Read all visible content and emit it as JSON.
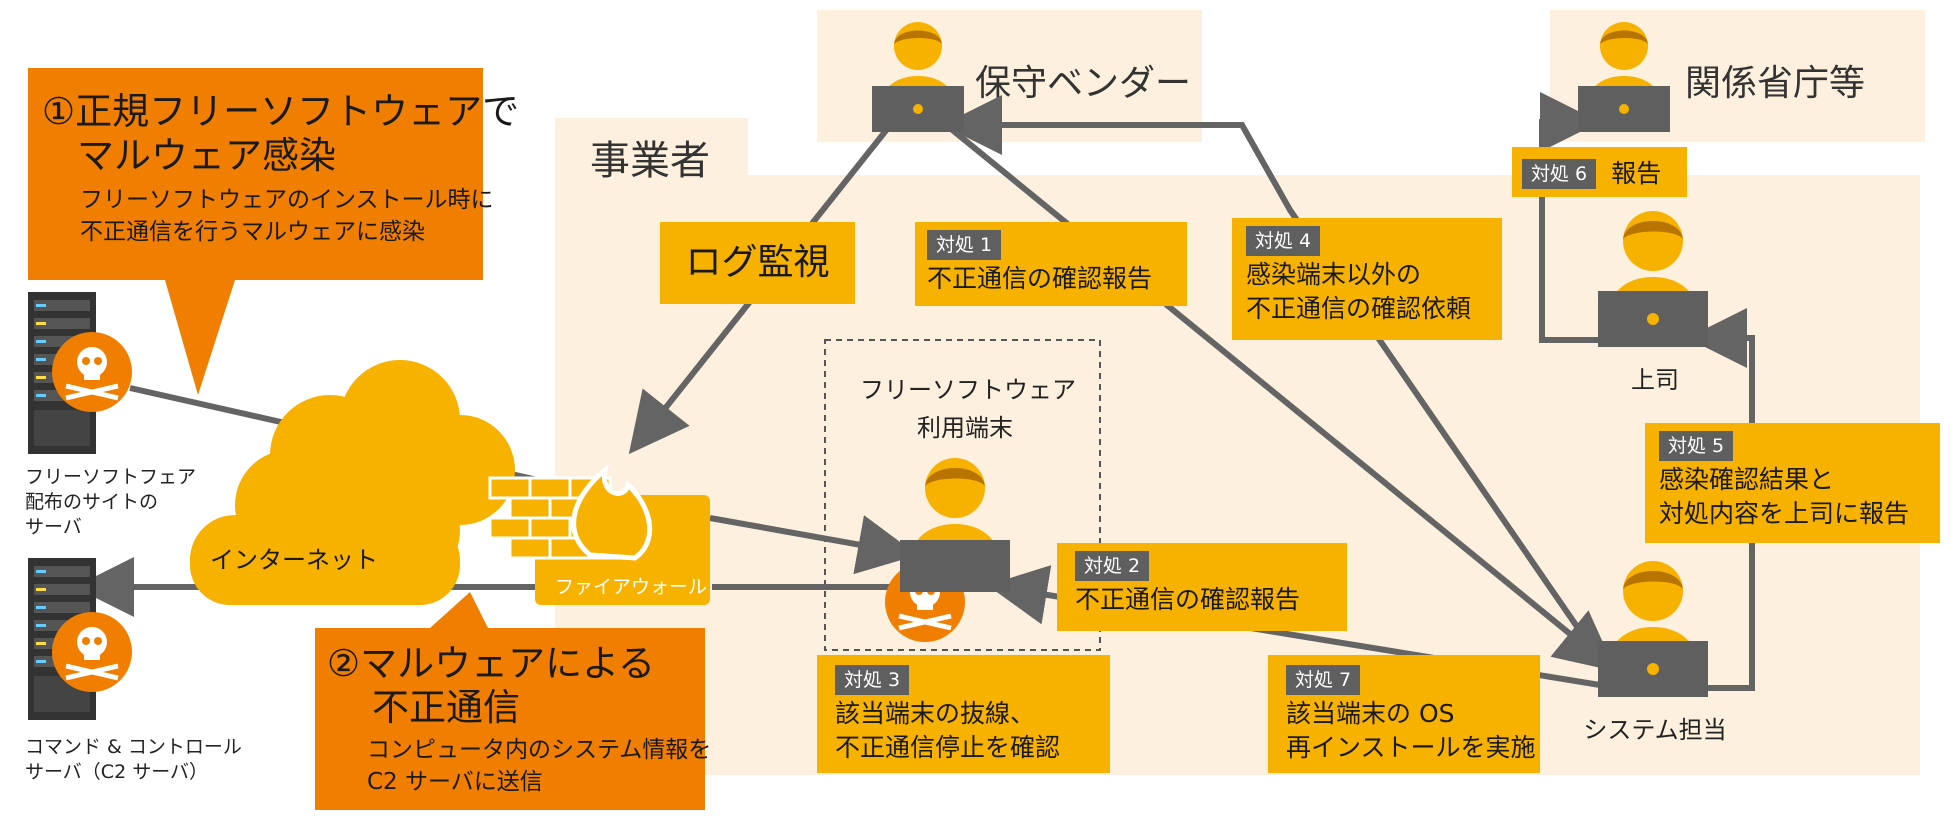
{
  "zones": {
    "operator": "事業者",
    "maintenance_vendor": "保守ベンダー",
    "ministries": "関係省庁等"
  },
  "actors": {
    "supervisor": "上司",
    "system_admin": "システム担当",
    "free_software_terminal": [
      "フリーソフトウェア",
      "利用端末"
    ]
  },
  "network": {
    "internet": "インターネット",
    "firewall": "ファイアウォール",
    "distribution_server": [
      "フリーソフトフェア",
      "配布のサイトの",
      "サーバ"
    ],
    "c2_server": [
      "コマンド & コントロール",
      "サーバ（C2 サーバ）"
    ]
  },
  "log_monitoring": "ログ監視",
  "callouts": [
    {
      "title": [
        "①正規フリーソフトウェアで",
        "マルウェア感染"
      ],
      "desc": [
        "フリーソフトウェアのインストール時に",
        "不正通信を行うマルウェアに感染"
      ]
    },
    {
      "title": [
        "②マルウェアによる",
        "不正通信"
      ],
      "desc": [
        "コンピュータ内のシステム情報を",
        "C2 サーバに送信"
      ]
    }
  ],
  "actions": [
    {
      "tag": "対処 1",
      "lines": [
        "不正通信の確認報告"
      ]
    },
    {
      "tag": "対処 2",
      "lines": [
        "不正通信の確認報告"
      ]
    },
    {
      "tag": "対処 3",
      "lines": [
        "該当端末の抜線、",
        "不正通信停止を確認"
      ]
    },
    {
      "tag": "対処 4",
      "lines": [
        "感染端末以外の",
        "不正通信の確認依頼"
      ]
    },
    {
      "tag": "対処 5",
      "lines": [
        "感染確認結果と",
        "対処内容を上司に報告"
      ]
    },
    {
      "tag": "対処 6",
      "lines": [
        "報告"
      ]
    },
    {
      "tag": "対処 7",
      "lines": [
        "該当端末の OS",
        "再インストールを実施"
      ]
    }
  ],
  "colors": {
    "zone_bg": "#fdf0de",
    "accent_yellow": "#f7b200",
    "accent_orange": "#f07e00",
    "arrow_gray": "#646464",
    "tag_gray": "#5f5f5f"
  }
}
